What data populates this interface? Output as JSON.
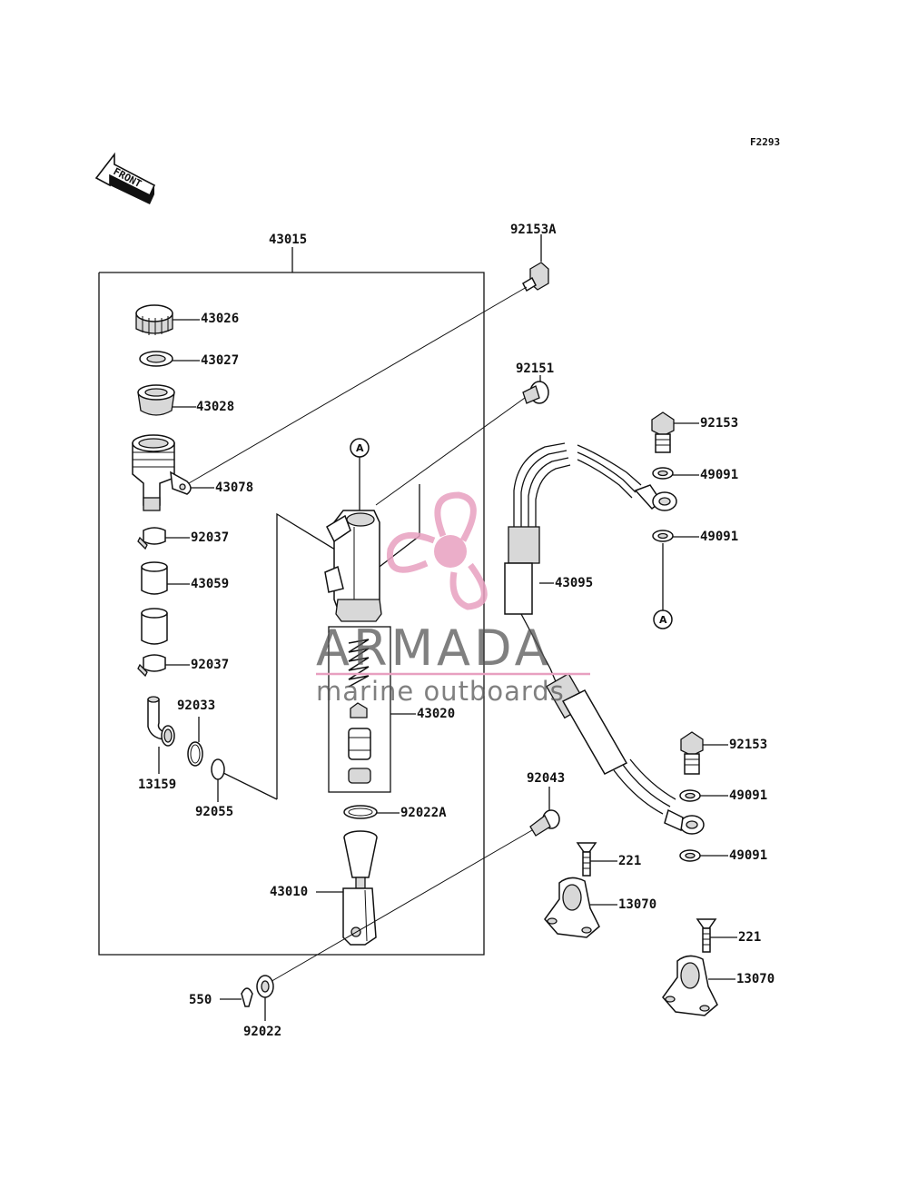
{
  "figure_code": "F2293",
  "front_label": "FRONT",
  "callout_a": "A",
  "parts": {
    "p43015": "43015",
    "p92153A": "92153A",
    "p43026": "43026",
    "p43027": "43027",
    "p43028": "43028",
    "p92151": "92151",
    "p92153_top": "92153",
    "p43078": "43078",
    "p49091_1": "49091",
    "p92037_1": "92037",
    "p49091_2": "49091",
    "p43059": "43059",
    "p43095": "43095",
    "p92037_2": "92037",
    "p92033": "92033",
    "p43020": "43020",
    "p13159": "13159",
    "p92153_bot": "92153",
    "p49091_3": "49091",
    "p92055": "92055",
    "p92043": "92043",
    "p92022A": "92022A",
    "p221_1": "221",
    "p49091_4": "49091",
    "p43010": "43010",
    "p13070_1": "13070",
    "p221_2": "221",
    "p550": "550",
    "p13070_2": "13070",
    "p92022": "92022"
  },
  "watermark": {
    "brand": "ARMADA",
    "tagline": "marine outboards",
    "color_pink": "#e8a0c0",
    "color_grey": "#555555"
  }
}
